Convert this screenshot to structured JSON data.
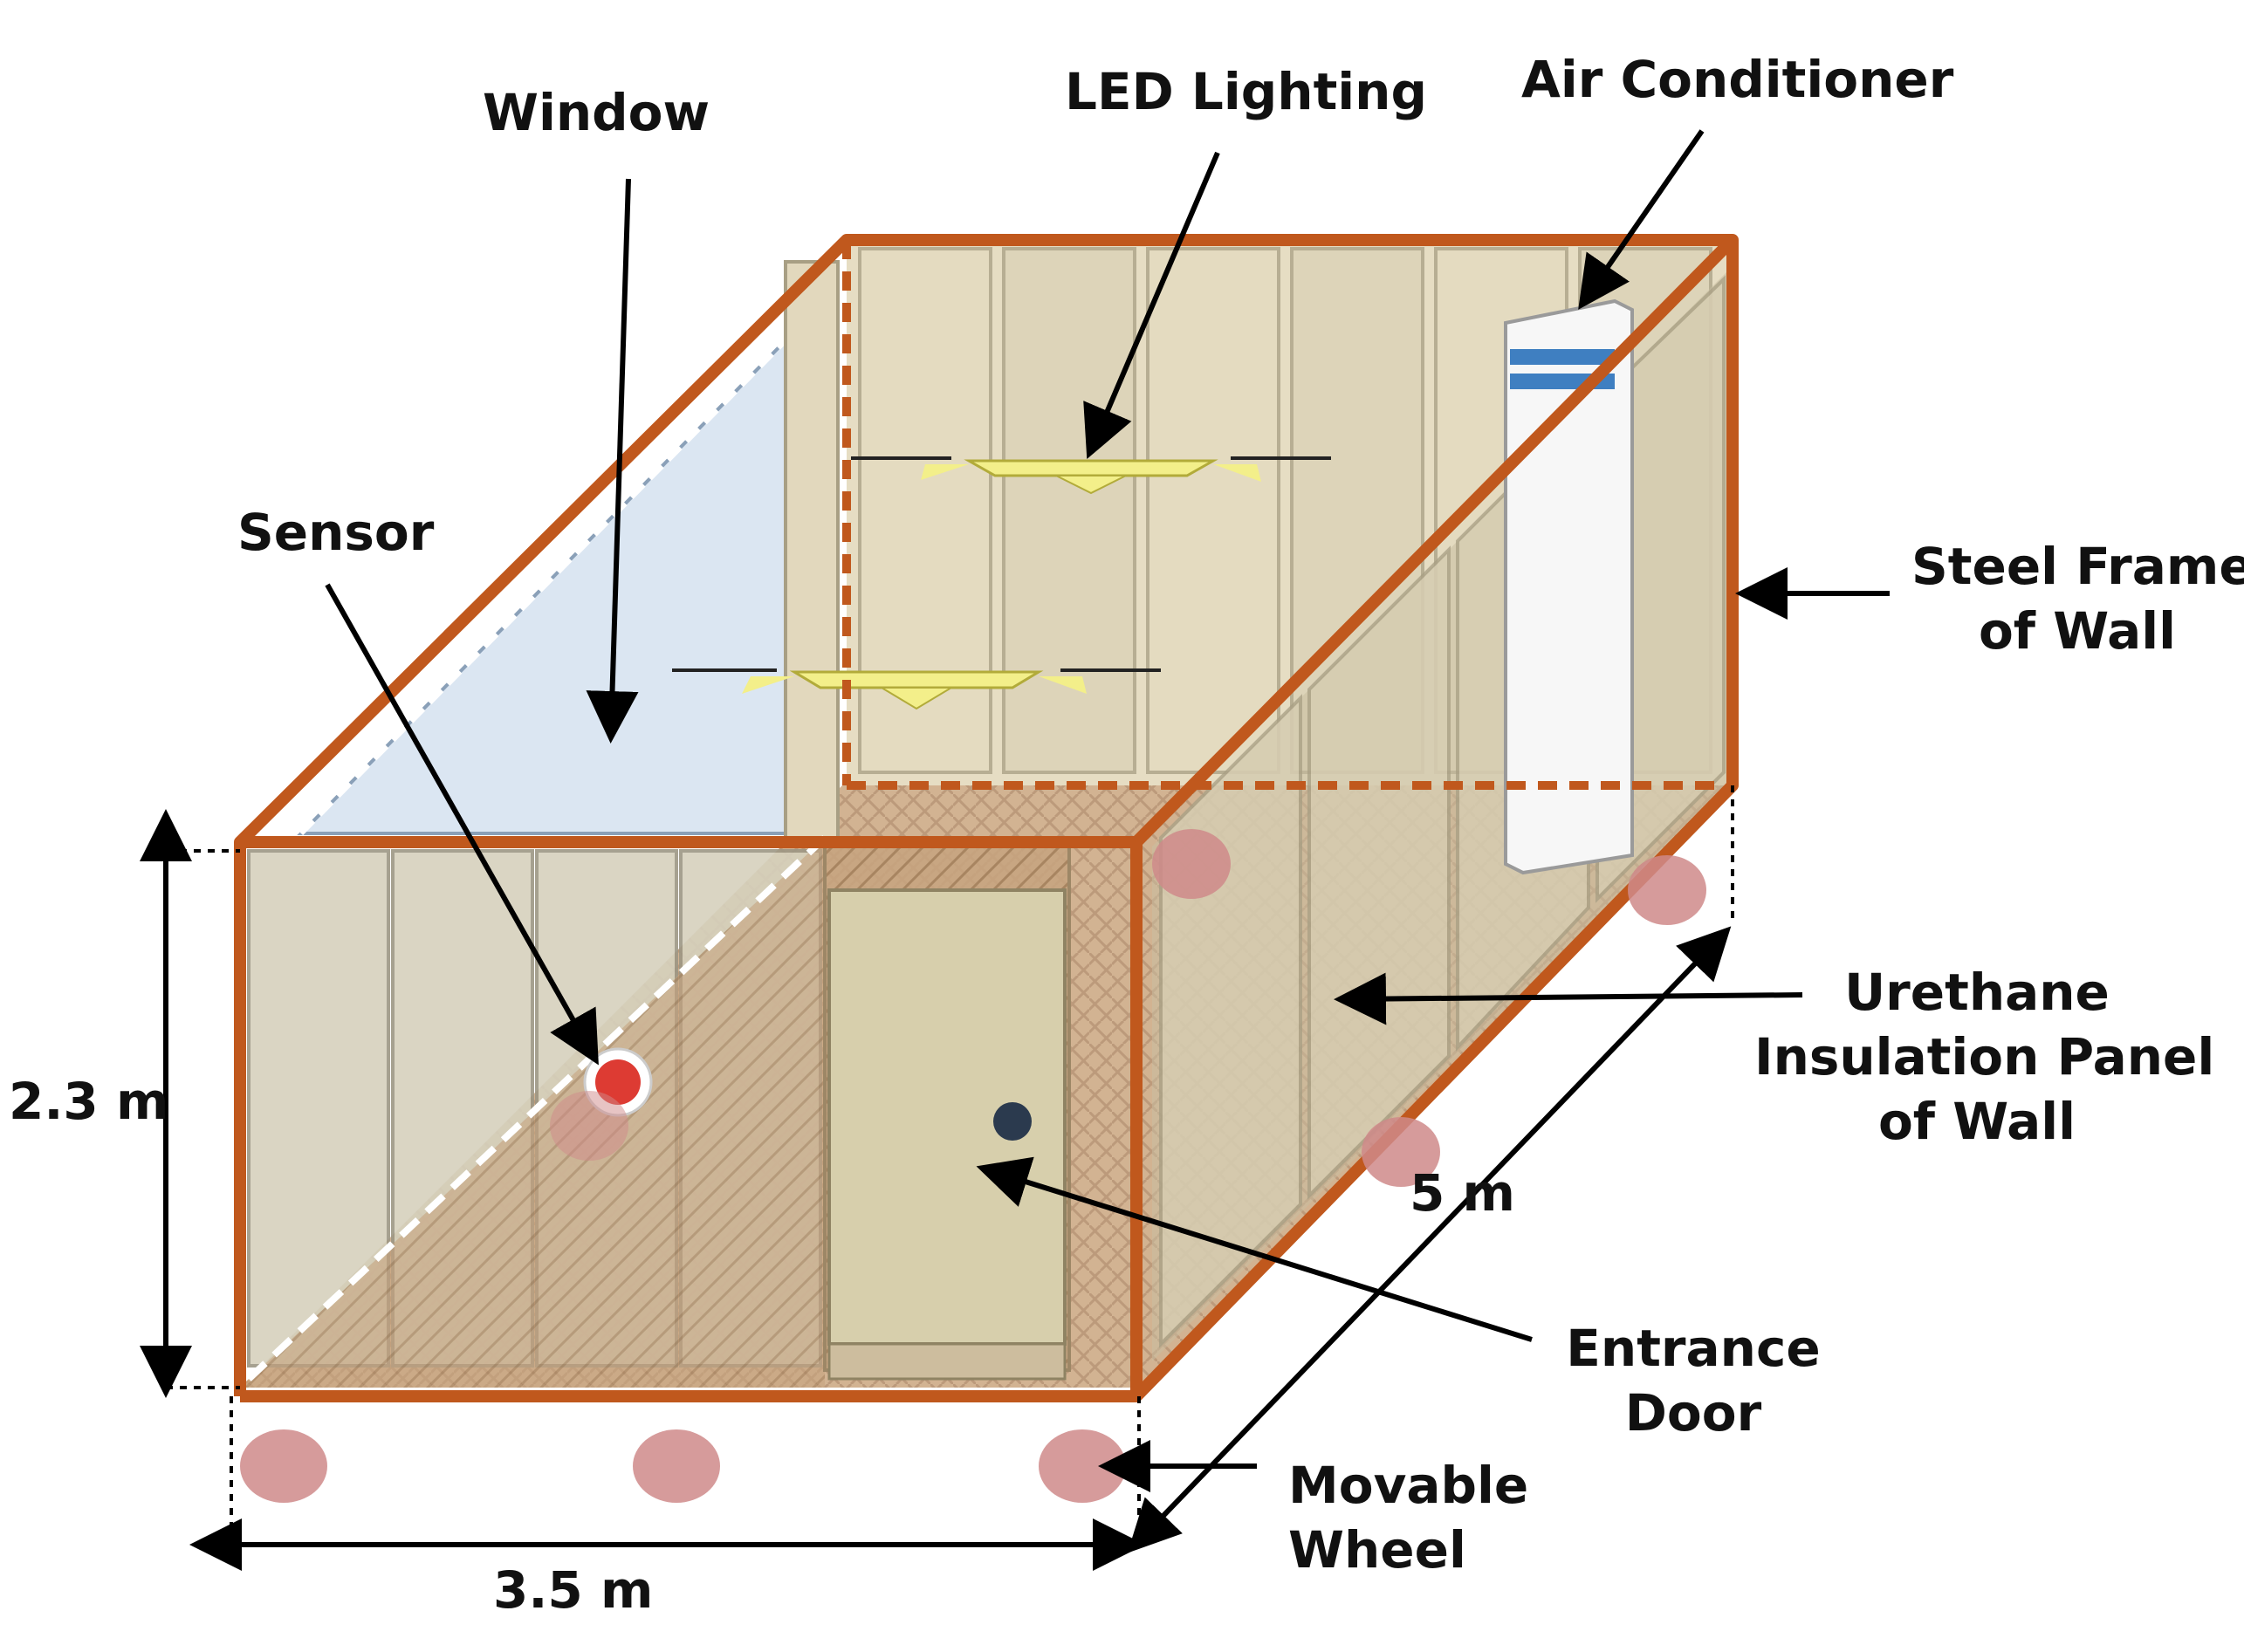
{
  "labels": {
    "window": "Window",
    "led_lighting": "LED Lighting",
    "air_conditioner": "Air Conditioner",
    "sensor": "Sensor",
    "steel_frame_line1": "Steel Frame",
    "steel_frame_line2": "of Wall",
    "urethane_line1": "Urethane",
    "urethane_line2": "Insulation Panel",
    "urethane_line3": "of Wall",
    "entrance_line1": "Entrance",
    "entrance_line2": "Door",
    "wheel_line1": "Movable",
    "wheel_line2": "Wheel"
  },
  "dimensions": {
    "height": "2.3 m",
    "length": "5 m",
    "width": "3.5 m"
  },
  "colors": {
    "steel_frame": "#c0581d",
    "panel": "#e3dac0",
    "floor": "#c9a883",
    "window_glass": "#dbe6f2",
    "led": "#f3ef8a",
    "wheel": "#cf8a8a",
    "sensor": "#dd3b33",
    "knob": "#2b3a4e",
    "ac_stripe": "#3f7fc1"
  }
}
